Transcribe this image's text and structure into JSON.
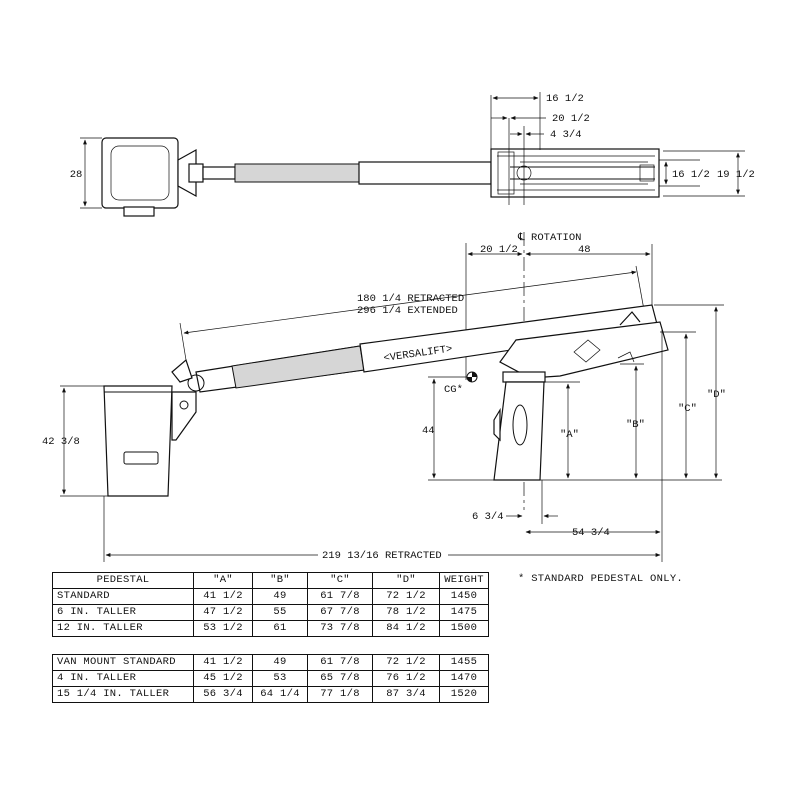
{
  "top_view": {
    "dim_28": "28",
    "dim_16_half": "16 1/2",
    "dim_20_half": "20 1/2",
    "dim_4_3q": "4 3/4",
    "dim_16_half_v": "16 1/2",
    "dim_19_half_v": "19 1/2"
  },
  "side_view": {
    "rotation_label": "℄ ROTATION",
    "dim_20_half": "20 1/2",
    "dim_48": "48",
    "boom_retracted": "180 1/4 RETRACTED",
    "boom_extended": "296 1/4 EXTENDED",
    "brand": "<VERSALIFT>",
    "cg_label": "CG*",
    "dim_42_3_8": "42 3/8",
    "dim_44": "44",
    "label_a": "\"A\"",
    "label_b": "\"B\"",
    "label_c": "\"C\"",
    "label_d": "\"D\"",
    "dim_6_3q": "6 3/4",
    "dim_54_3q": "54 3/4",
    "overall_retracted": "219 13/16 RETRACTED"
  },
  "table_headers": [
    "PEDESTAL",
    "\"A\"",
    "\"B\"",
    "\"C\"",
    "\"D\"",
    "WEIGHT"
  ],
  "pedestal_rows": [
    [
      "STANDARD",
      "41 1/2",
      "49",
      "61 7/8",
      "72 1/2",
      "1450"
    ],
    [
      "6 IN. TALLER",
      "47 1/2",
      "55",
      "67 7/8",
      "78 1/2",
      "1475"
    ],
    [
      "12 IN. TALLER",
      "53 1/2",
      "61",
      "73 7/8",
      "84 1/2",
      "1500"
    ]
  ],
  "van_rows": [
    [
      "VAN MOUNT STANDARD",
      "41 1/2",
      "49",
      "61 7/8",
      "72 1/2",
      "1455"
    ],
    [
      "4 IN. TALLER",
      "45 1/2",
      "53",
      "65 7/8",
      "76 1/2",
      "1470"
    ],
    [
      "15 1/4 IN. TALLER",
      "56 3/4",
      "64 1/4",
      "77 1/8",
      "87 3/4",
      "1520"
    ]
  ],
  "note": "* STANDARD PEDESTAL ONLY."
}
